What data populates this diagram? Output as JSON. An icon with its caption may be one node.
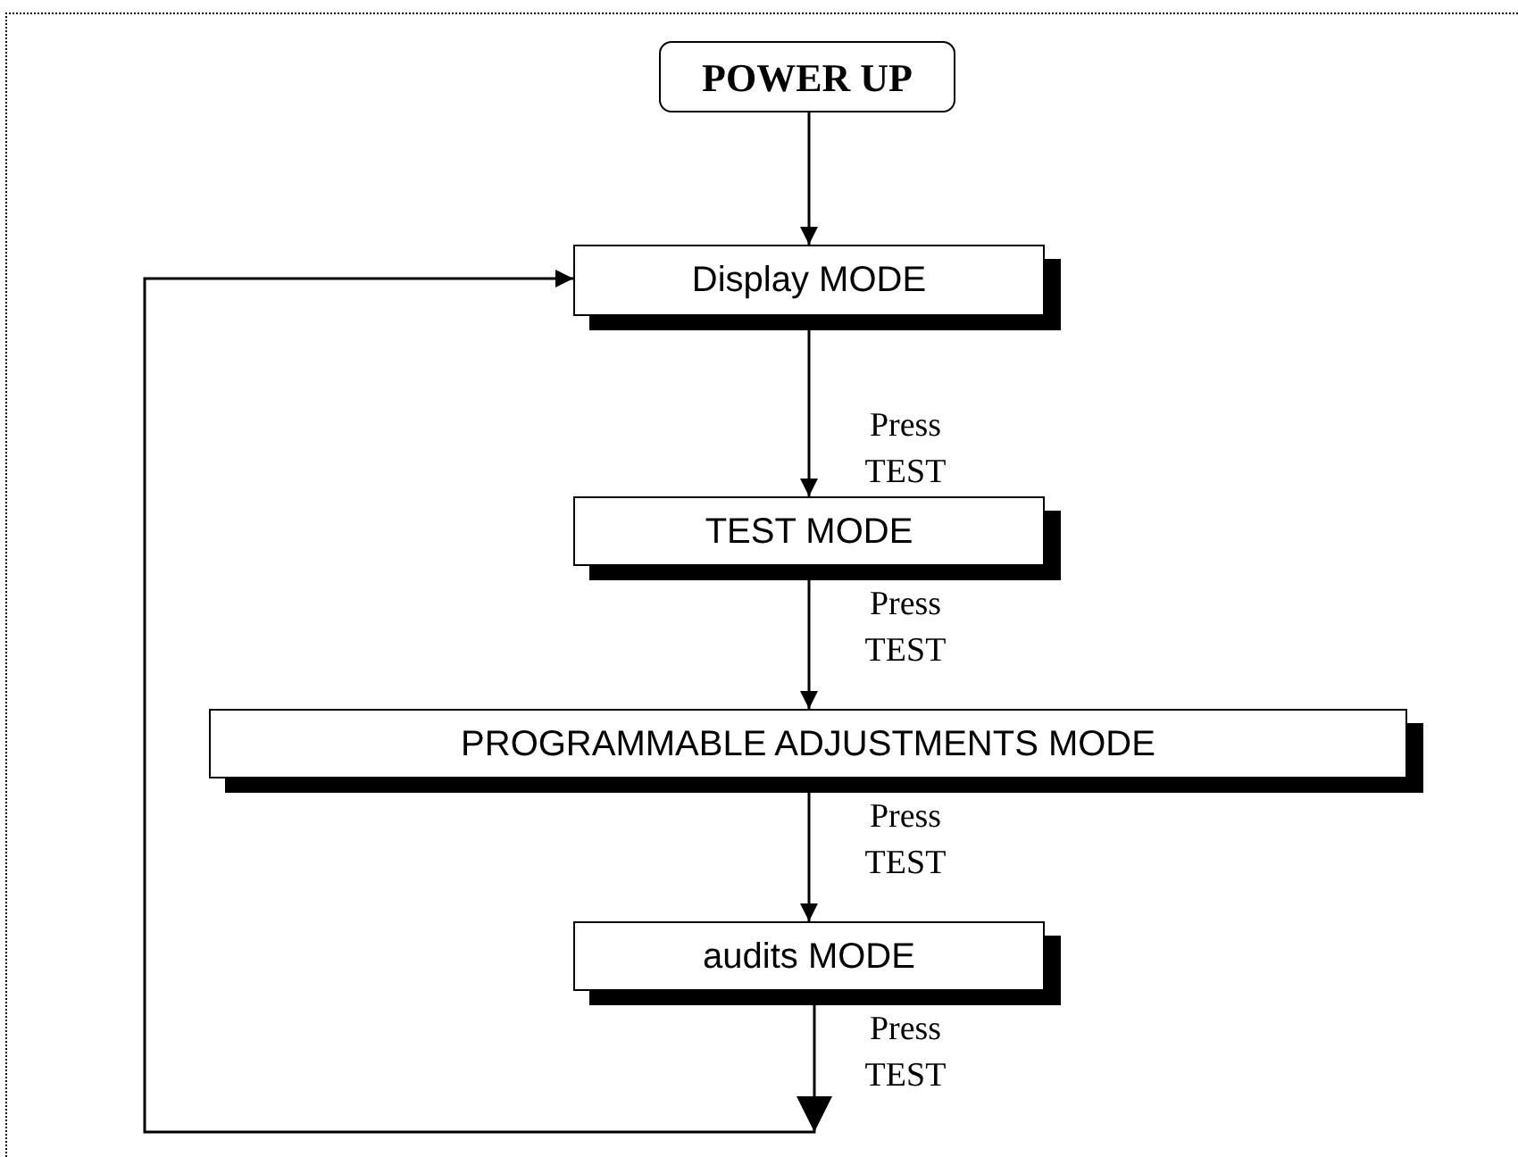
{
  "diagram": {
    "nodes": [
      {
        "text": [
          "POWER UP"
        ]
      },
      {
        "text": [
          "Display MODE"
        ]
      },
      {
        "text": [
          "TEST MODE"
        ]
      },
      {
        "text": [
          "PROGRAMMABLE ADJUSTMENTS MODE"
        ]
      },
      {
        "text": [
          "audits MODE"
        ]
      }
    ],
    "edges": [
      {
        "from": 0,
        "to": 1,
        "arrow": "to"
      },
      {
        "from": 1,
        "to": 2,
        "arrow": "to",
        "label": "Press TEST"
      },
      {
        "from": 2,
        "to": 3,
        "arrow": "to",
        "label": "Press TEST"
      },
      {
        "from": 3,
        "to": 4,
        "arrow": "to",
        "label": "Press TEST"
      },
      {
        "from": 4,
        "to": 1,
        "arrow": "to",
        "label": "Press TEST"
      }
    ]
  }
}
